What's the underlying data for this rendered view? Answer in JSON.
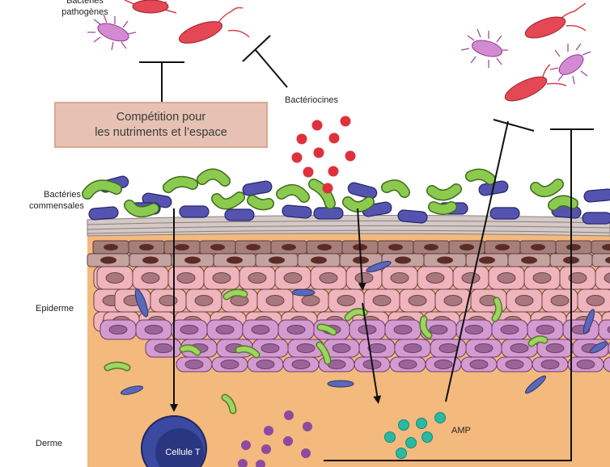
{
  "labels": {
    "pathogenic_bacteria": [
      "Bactéries",
      "pathogènes"
    ],
    "bacteriocins": "Bactériocines",
    "competition": [
      "Compétition pour",
      "les nutriments et l’espace"
    ],
    "commensal_bacteria": [
      "Bactéries",
      "commensales"
    ],
    "epidermis": "Epiderme",
    "dermis": "Derme",
    "t_cell": "Cellule T",
    "amp": "AMP"
  },
  "colors": {
    "dermis": "#f4b97d",
    "stratum_corneum": "#c9bcb9",
    "brown_cells": "#a77f7a",
    "pink_cells": "#f0b4bc",
    "purple_cells": "#d49bd0",
    "pathogen": "#d9404a",
    "pathogen_small": "#c96fc7",
    "commensal_green": "#8cca4f",
    "commensal_blue": "#5454b0",
    "bacteriocin_dots": "#e0303c",
    "amp_dots": "#2bb9a1",
    "purple_dots": "#8d4aa0",
    "t_cell": "#2f3d8c",
    "competition_box": "#e7c2b4"
  }
}
